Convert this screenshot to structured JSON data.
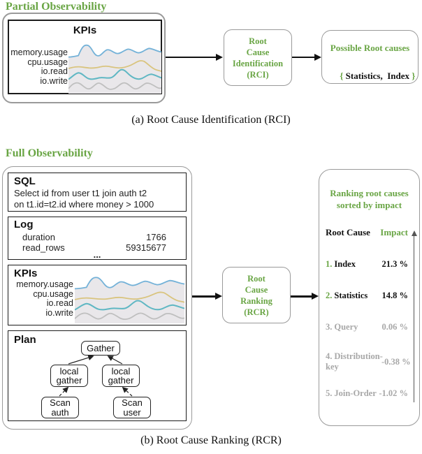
{
  "colors": {
    "green": "#69a544",
    "dim_gray": "#a8a8a8",
    "line_blue": "#74b2d8",
    "line_tan": "#d9c47e",
    "line_teal": "#5fb7c3",
    "line_gray": "#bfbfbf",
    "chart_fill": "#e9e7ea"
  },
  "panel_a": {
    "section_label": "Partial Observability",
    "kpis": {
      "title": "KPIs",
      "metrics": [
        "memory.usage",
        "cpu.usage",
        "io.read",
        "io.write"
      ]
    },
    "rci_box": {
      "lines": [
        "Root",
        "Cause",
        "Identification",
        "(RCI)"
      ]
    },
    "output_box": {
      "title": "Possible Root causes",
      "brace_open": "{",
      "content": " Statistics,  Index ",
      "brace_close": "}"
    },
    "caption": "(a)  Root Cause Identification (RCI)"
  },
  "panel_b": {
    "section_label": "Full Observability",
    "sql": {
      "title": "SQL",
      "lines": [
        "Select id from user t1 join auth t2",
        "on t1.id=t2.id where money > 1000"
      ]
    },
    "log": {
      "title": "Log",
      "rows": [
        {
          "key": "duration",
          "value": "1766"
        },
        {
          "key": "read_rows",
          "value": "59315677"
        }
      ],
      "ellipsis": "..."
    },
    "kpis": {
      "title": "KPIs",
      "metrics": [
        "memory.usage",
        "cpu.usage",
        "io.read",
        "io.write"
      ]
    },
    "plan": {
      "title": "Plan",
      "nodes": {
        "root": "Gather",
        "left_mid": "local\ngather",
        "right_mid": "local\ngather",
        "left_leaf": "Scan\nauth",
        "right_leaf": "Scan\nuser"
      }
    },
    "rcr_box": {
      "lines": [
        "Root",
        "Cause",
        "Ranking",
        "(RCR)"
      ]
    },
    "ranking": {
      "title_lines": [
        "Ranking root causes",
        "sorted by impact"
      ],
      "col_root_cause": "Root Cause",
      "col_impact": "Impact",
      "items": [
        {
          "rank": "1.",
          "name": "Index",
          "impact": "21.3 %"
        },
        {
          "rank": "2.",
          "name": "Statistics",
          "impact": "14.8 %"
        },
        {
          "rank": "3.",
          "name": "Query",
          "impact": "0.06 %"
        },
        {
          "rank": "4.",
          "name": "Distribution-key",
          "impact": "-0.38 %"
        },
        {
          "rank": "5.",
          "name": "Join-Order",
          "impact": "-1.02 %"
        }
      ]
    },
    "caption": "(b)  Root Cause Ranking (RCR)"
  }
}
